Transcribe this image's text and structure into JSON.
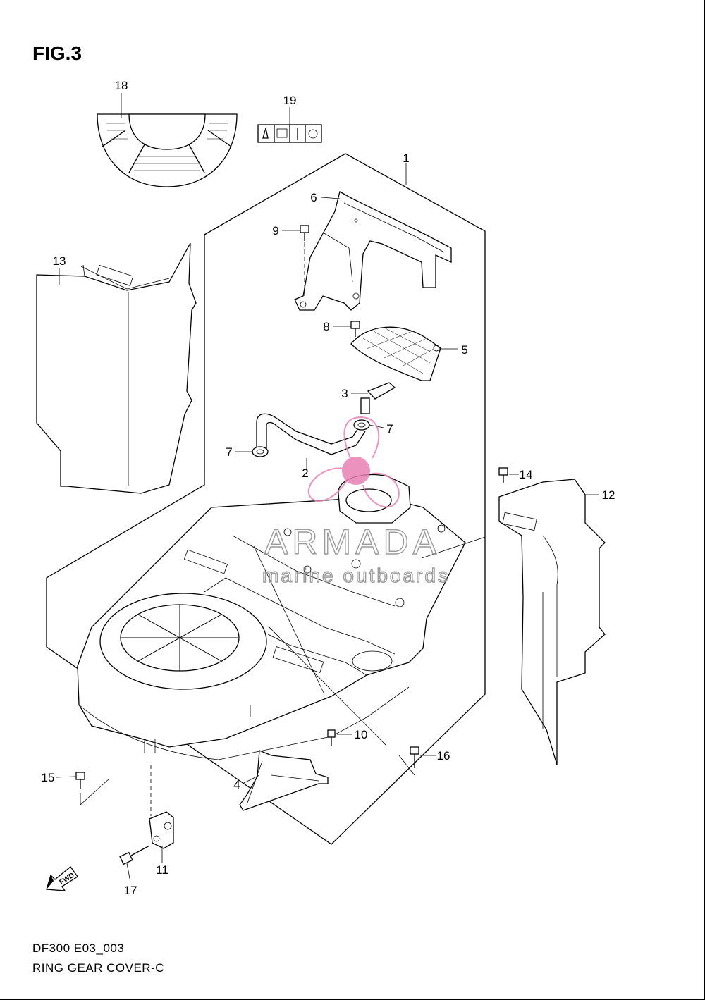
{
  "figure": {
    "title": "FIG.3"
  },
  "footer": {
    "model_code": "DF300 E03_003",
    "part_name": "RING GEAR COVER-C"
  },
  "watermark": {
    "brand": "ARMADA",
    "tagline": "marine outboards",
    "color": "#e87fb4"
  },
  "fwd_label": "FWD",
  "callouts": [
    "1",
    "2",
    "3",
    "4",
    "5",
    "6",
    "7",
    "7",
    "8",
    "9",
    "10",
    "11",
    "12",
    "13",
    "14",
    "15",
    "16",
    "17",
    "18",
    "19"
  ]
}
